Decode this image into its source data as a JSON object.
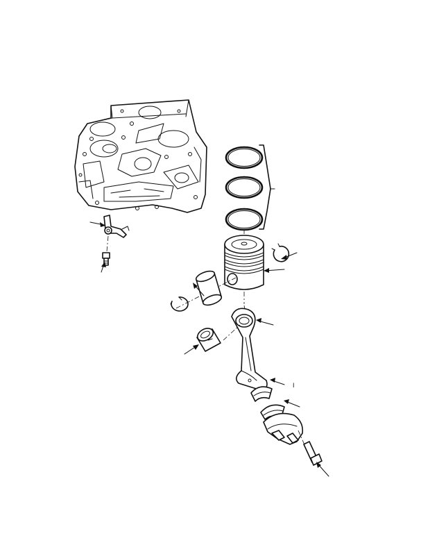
{
  "figure": {
    "labels": {
      "connecting_rod_bearing_mark": "I"
    },
    "parts": [
      "engine-block",
      "piston-cooling-nozzle",
      "nozzle-bolt",
      "piston-rings",
      "piston",
      "retaining-ring-right",
      "retaining-ring-left",
      "piston-pin",
      "connecting-rod",
      "small-end-bushing",
      "upper-bearing-shell",
      "lower-bearing-shell",
      "connecting-rod-cap",
      "cap-bolt"
    ],
    "line_color": "#111111",
    "background": "#ffffff"
  }
}
